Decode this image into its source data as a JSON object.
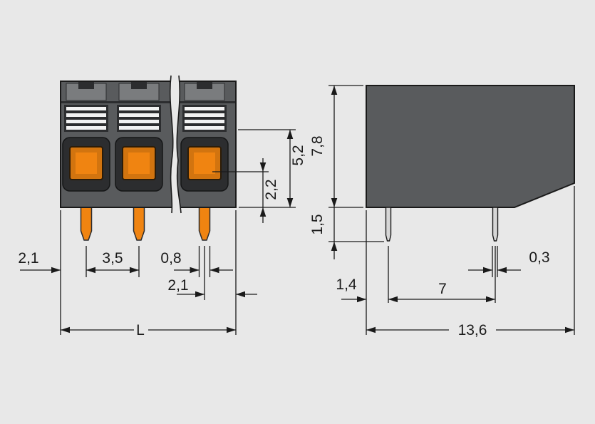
{
  "colors": {
    "background": "#e8e8e8",
    "housing": "#595b5d",
    "housing_light": "#7a7c7e",
    "housing_dark": "#2c2d2f",
    "stripe": "#f2f2f2",
    "orange": "#f08411",
    "orange_deep": "#d2740f",
    "pin_side": "#d6d6d6",
    "line": "#1a1a1a"
  },
  "front_view": {
    "dim_edge_to_pin": "2,1",
    "dim_pitch": "3,5",
    "dim_pin_width": "0,8",
    "dim_pin_to_edge": "2,1",
    "dim_total_length": "L",
    "dim_height_clamp": "5,2",
    "dim_height_lower": "2,2"
  },
  "side_view": {
    "dim_body_height": "7,8",
    "dim_pin_length": "1,5",
    "dim_edge_to_pin": "1,4",
    "dim_pin_thickness": "0,3",
    "dim_pin_spacing": "7",
    "dim_total_depth": "13,6"
  }
}
